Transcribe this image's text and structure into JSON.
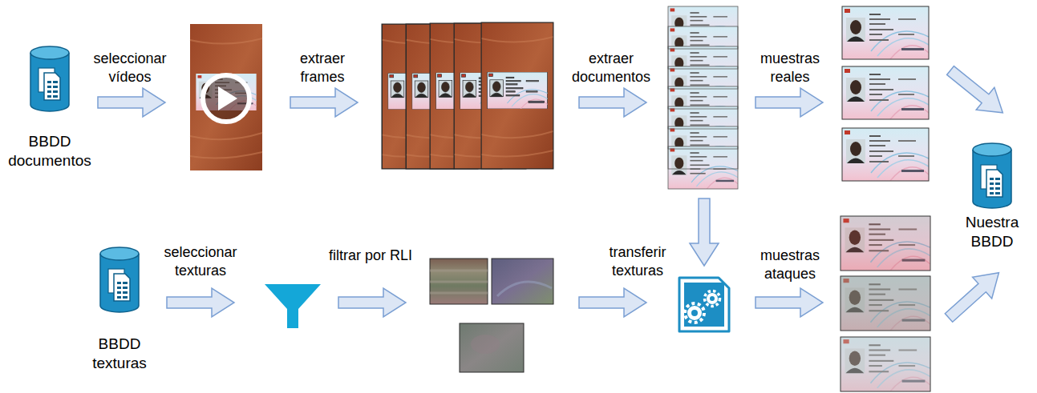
{
  "diagram": {
    "nodes": [
      {
        "text": [
          "BBDD documentos"
        ]
      },
      {
        "text": [
          "Nuestra BBDD"
        ]
      },
      {
        "text": [
          "BBDD texturas"
        ]
      }
    ],
    "labels": [
      "seleccionar vídeos",
      "extraer frames",
      "extraer documentos",
      "muestras reales",
      "seleccionar texturas",
      "filtrar por RLI",
      "transferir texturas",
      "muestras ataques"
    ]
  }
}
